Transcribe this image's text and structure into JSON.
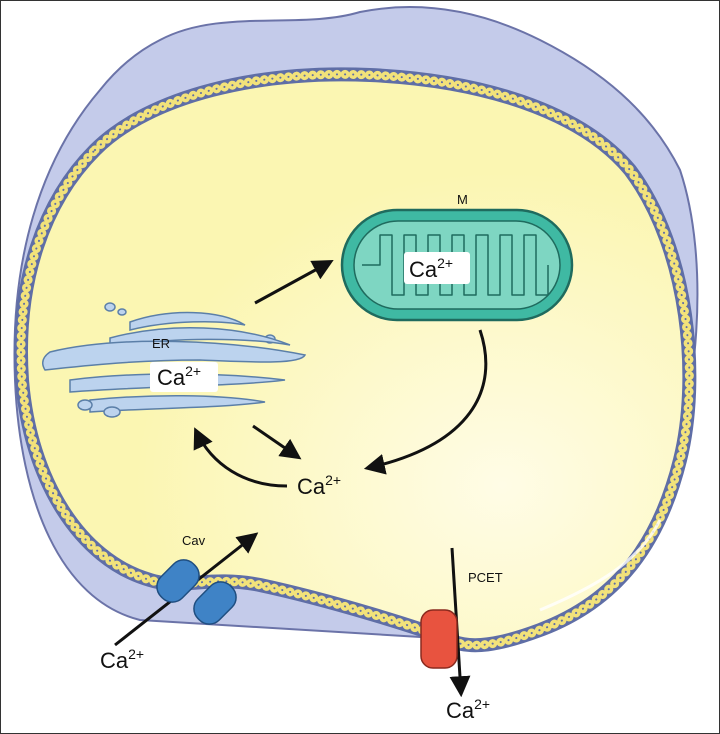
{
  "labels": {
    "er": "ER",
    "mito": "M",
    "cav": "Cav",
    "pcet": "PCET",
    "ca_base": "Ca",
    "ca_sup": "2+"
  },
  "colors": {
    "cytoplasm": "#fbf6b2",
    "membrane": "#5f6ea6",
    "lipid_head": "#f2e27a",
    "envelope": "#c4cbea",
    "er": "#bcd3ee",
    "mito_outer": "#3fb9a3",
    "mito_inner": "#7ed6c2",
    "cav_channel": "#3f83c6",
    "pcet_channel": "#e8533f"
  }
}
